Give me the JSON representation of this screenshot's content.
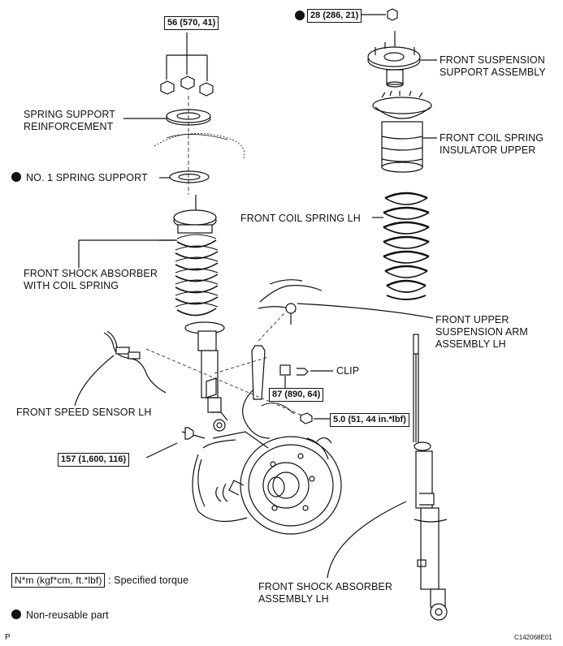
{
  "torques": {
    "t56": "56 (570, 41)",
    "t28": "28 (286, 21)",
    "t87": "87 (890, 64)",
    "t5": "5.0 (51, 44 in.*lbf)",
    "t157": "157 (1,600, 116)"
  },
  "labels": {
    "spring_support_reinforcement": [
      "SPRING SUPPORT",
      "REINFORCEMENT"
    ],
    "no1_spring_support": "NO. 1 SPRING SUPPORT",
    "front_shock_with_coil": [
      "FRONT SHOCK ABSORBER",
      "WITH COIL SPRING"
    ],
    "front_speed_sensor": "FRONT SPEED SENSOR LH",
    "front_suspension_support": [
      "FRONT SUSPENSION",
      "SUPPORT ASSEMBLY"
    ],
    "front_coil_spring_insulator": [
      "FRONT COIL SPRING",
      "INSULATOR UPPER"
    ],
    "front_coil_spring": "FRONT COIL SPRING LH",
    "front_upper_arm": [
      "FRONT UPPER",
      "SUSPENSION ARM",
      "ASSEMBLY LH"
    ],
    "clip": "CLIP",
    "front_shock_assy": [
      "FRONT SHOCK ABSORBER",
      "ASSEMBLY LH"
    ]
  },
  "legend": {
    "torque_unit": "N*m (kgf*cm, ft.*lbf)",
    "torque_desc": ": Specified torque",
    "nonreusable": "Non-reusable part"
  },
  "footer": {
    "left": "P",
    "right": "C142068E01"
  }
}
